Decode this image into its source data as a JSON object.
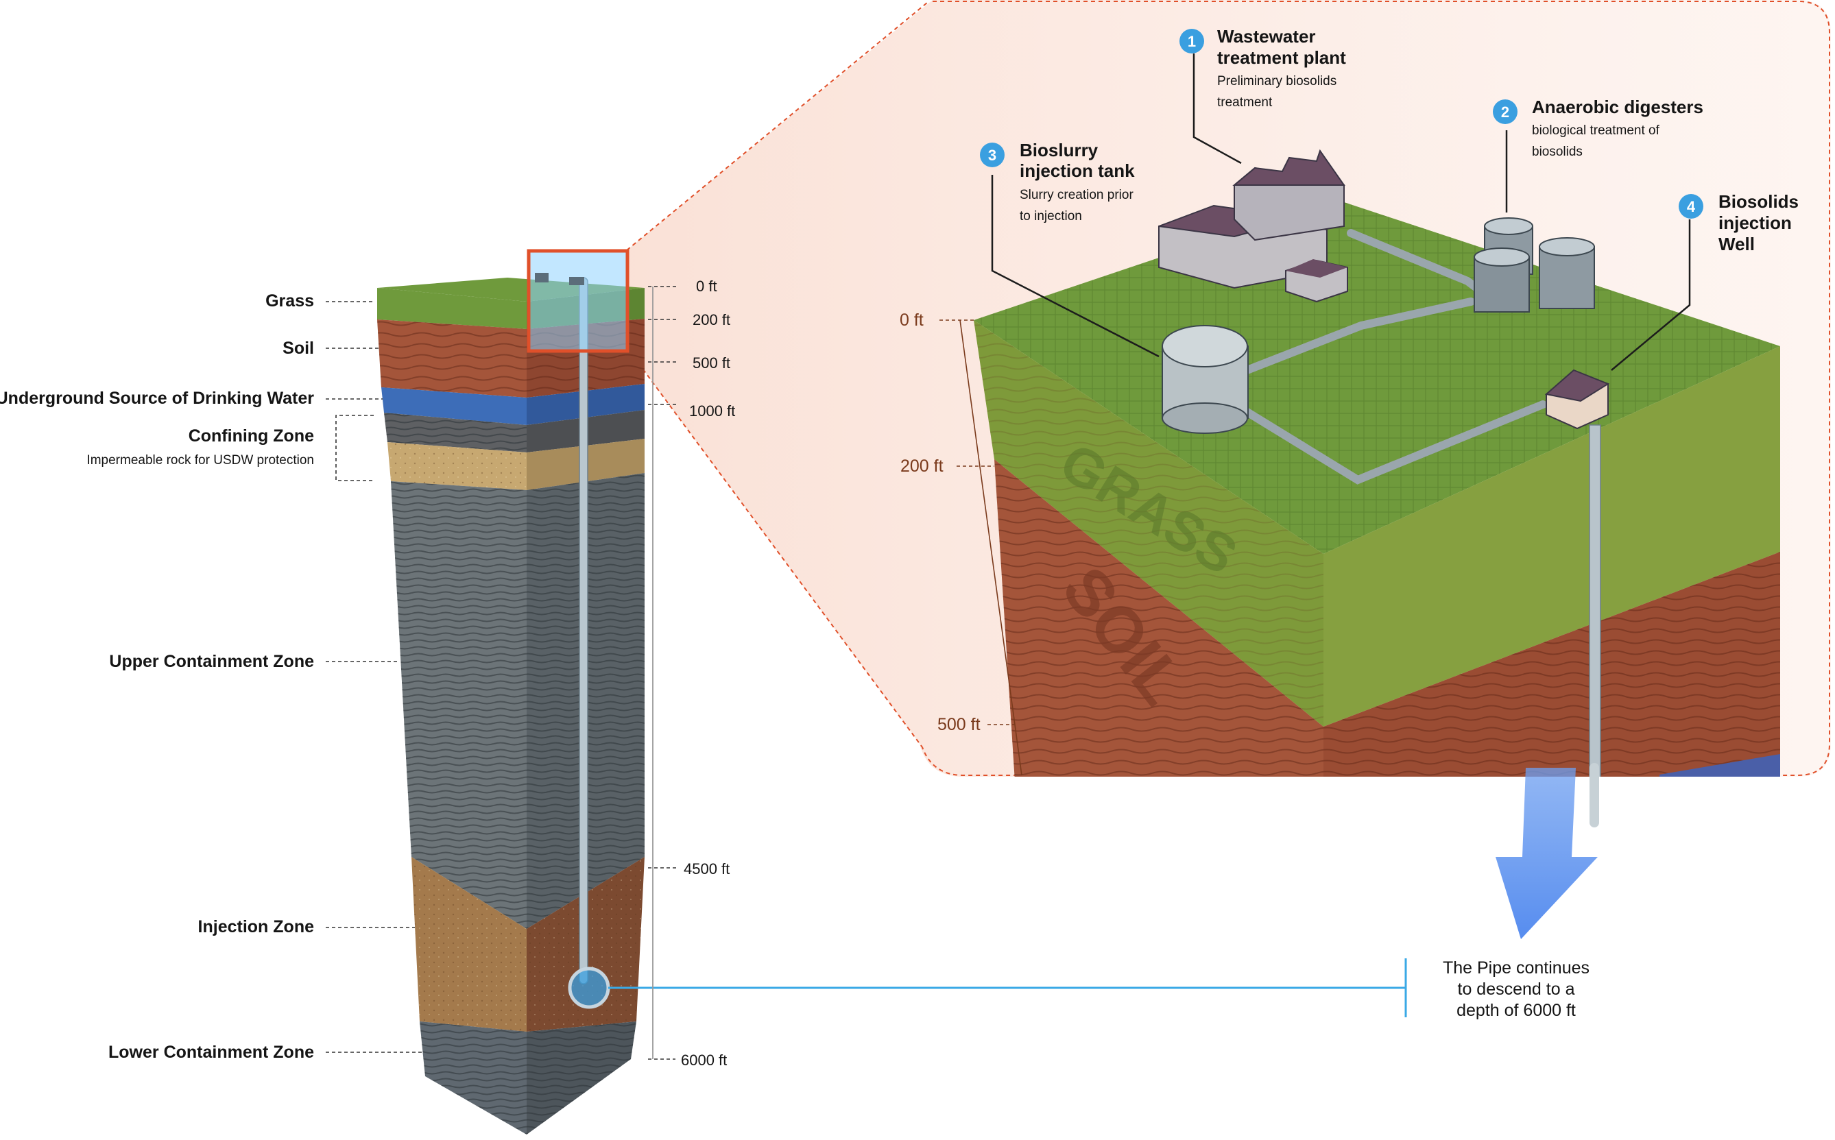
{
  "column": {
    "labels": {
      "grass": "Grass",
      "soil": "Soil",
      "usdw": "Underground Source of Drinking Water",
      "confining": "Confining Zone",
      "confining_sub": "Impermeable rock for USDW protection",
      "upper": "Upper Containment Zone",
      "injection": "Injection Zone",
      "lower": "Lower Containment Zone"
    },
    "depths": [
      "0 ft",
      "200 ft",
      "500 ft",
      "1000 ft",
      "4500 ft",
      "6000 ft"
    ]
  },
  "detail": {
    "depths": [
      "0 ft",
      "200 ft",
      "500 ft"
    ],
    "layer_words": {
      "grass": "GRASS",
      "soil": "SOIL"
    },
    "steps": [
      {
        "num": "1",
        "title_1": "Wastewater",
        "title_2": "treatment plant",
        "sub_1": "Preliminary biosolids",
        "sub_2": "treatment"
      },
      {
        "num": "2",
        "title_1": "Anaerobic digesters",
        "sub_1": "biological treatment of",
        "sub_2": "biosolids"
      },
      {
        "num": "3",
        "title_1": "Bioslurry",
        "title_2": "injection tank",
        "sub_1": "Slurry creation prior",
        "sub_2": "to injection"
      },
      {
        "num": "4",
        "title_1": "Biosolids",
        "title_2": "injection",
        "title_3": "Well"
      }
    ]
  },
  "note": {
    "line_1": "The Pipe continues",
    "line_2": "to descend to a",
    "line_3": "depth of 6000 ft"
  },
  "colors": {
    "highlight": "#e0502a",
    "marker": "#3a9fe0",
    "pipe_line": "#3aa9e6",
    "grass": "#6f9a3c",
    "soil": "#a4553a",
    "usdw": "#3d6db8",
    "confining": "#c7a871",
    "upper": "#6c7478",
    "injection": "#a47a4c",
    "lower": "#5f6870"
  }
}
